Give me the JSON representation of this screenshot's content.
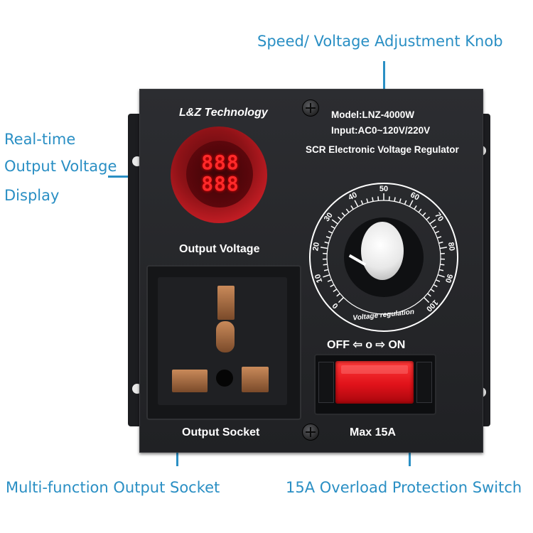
{
  "callouts": {
    "knob": "Speed/ Voltage Adjustment Knob",
    "display": [
      "Real-time",
      "Output Voltage",
      "Display"
    ],
    "socket": "Multi-function Output Socket",
    "switch": "15A Overload Protection Switch"
  },
  "panel": {
    "brand": "L&Z Technology",
    "model": "Model:LNZ-4000W",
    "input": "Input:AC0~120V/220V",
    "regulator": "SCR Electronic Voltage Regulator",
    "voltmeter_reading": "888",
    "output_voltage_label": "Output Voltage",
    "output_socket_label": "Output Socket",
    "switch_label": "OFF ⇦ o ⇨ ON",
    "max_current_label": "Max 15A",
    "dial": {
      "ticks": [
        "0",
        "10",
        "20",
        "30",
        "40",
        "50",
        "60",
        "70",
        "80",
        "90",
        "100"
      ],
      "caption": "Voltage regulation"
    }
  },
  "colors": {
    "callout": "#2a8fc4",
    "panel": "#252629",
    "display_red": "#ff2a2a",
    "rocker_red": "#e0121a",
    "socket_pins": "#b97a4a"
  },
  "icons": [
    "screw-top",
    "screw-bottom",
    "earth-symbol"
  ]
}
